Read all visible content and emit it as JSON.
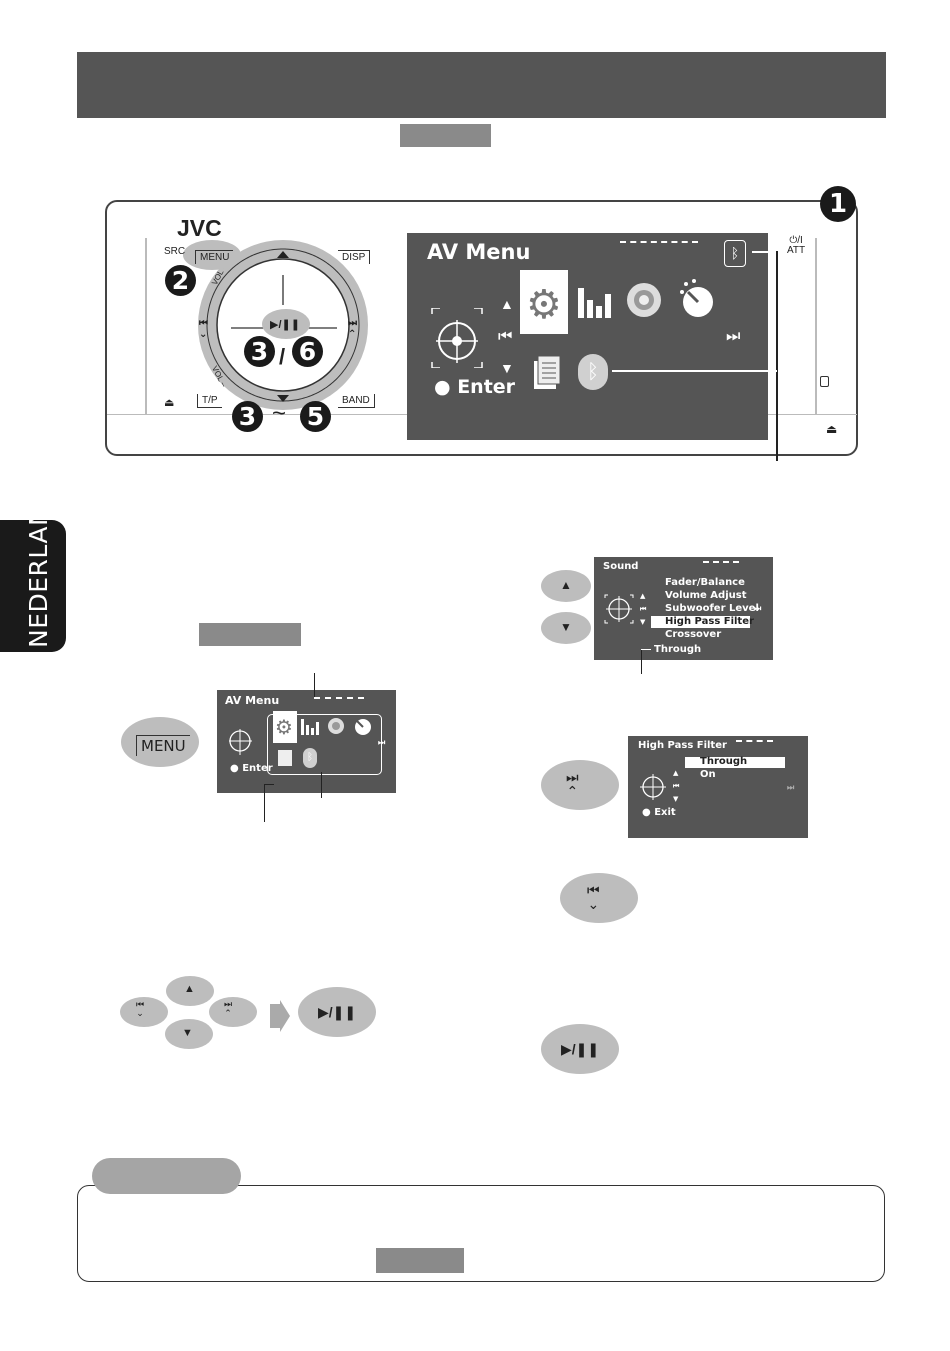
{
  "language_tab": "NEDERLANDS",
  "device": {
    "brand": "JVC",
    "buttons": {
      "src": "SRC",
      "menu": "MENU",
      "disp": "DISP",
      "tp": "T/P",
      "band": "BAND",
      "vol_plus": "VOL +",
      "vol_minus": "VOL –",
      "power": "⏻/I",
      "att": "ATT"
    },
    "step_markers": {
      "power": "1",
      "menu": "2",
      "play_a": "3",
      "play_b": "6",
      "range_start": "3",
      "range_sep": "~",
      "range_end": "5"
    },
    "screen": {
      "title": "AV Menu",
      "enter": "Enter"
    }
  },
  "menu_button_label": "MENU",
  "small_av_menu": {
    "title": "AV Menu",
    "enter": "Enter"
  },
  "sound_menu": {
    "title": "Sound",
    "items": [
      "Fader/Balance",
      "Volume Adjust",
      "Subwoofer Level",
      "High Pass Filter",
      "Crossover"
    ],
    "selected_index": 3,
    "current_setting": "Through"
  },
  "hpf_menu": {
    "title": "High Pass Filter",
    "options": [
      "Through",
      "On"
    ],
    "selected_index": 0,
    "exit": "Exit"
  },
  "colors": {
    "screen_bg": "#555555",
    "pill_bg": "#bdbdbd",
    "header_bar": "#555555"
  }
}
